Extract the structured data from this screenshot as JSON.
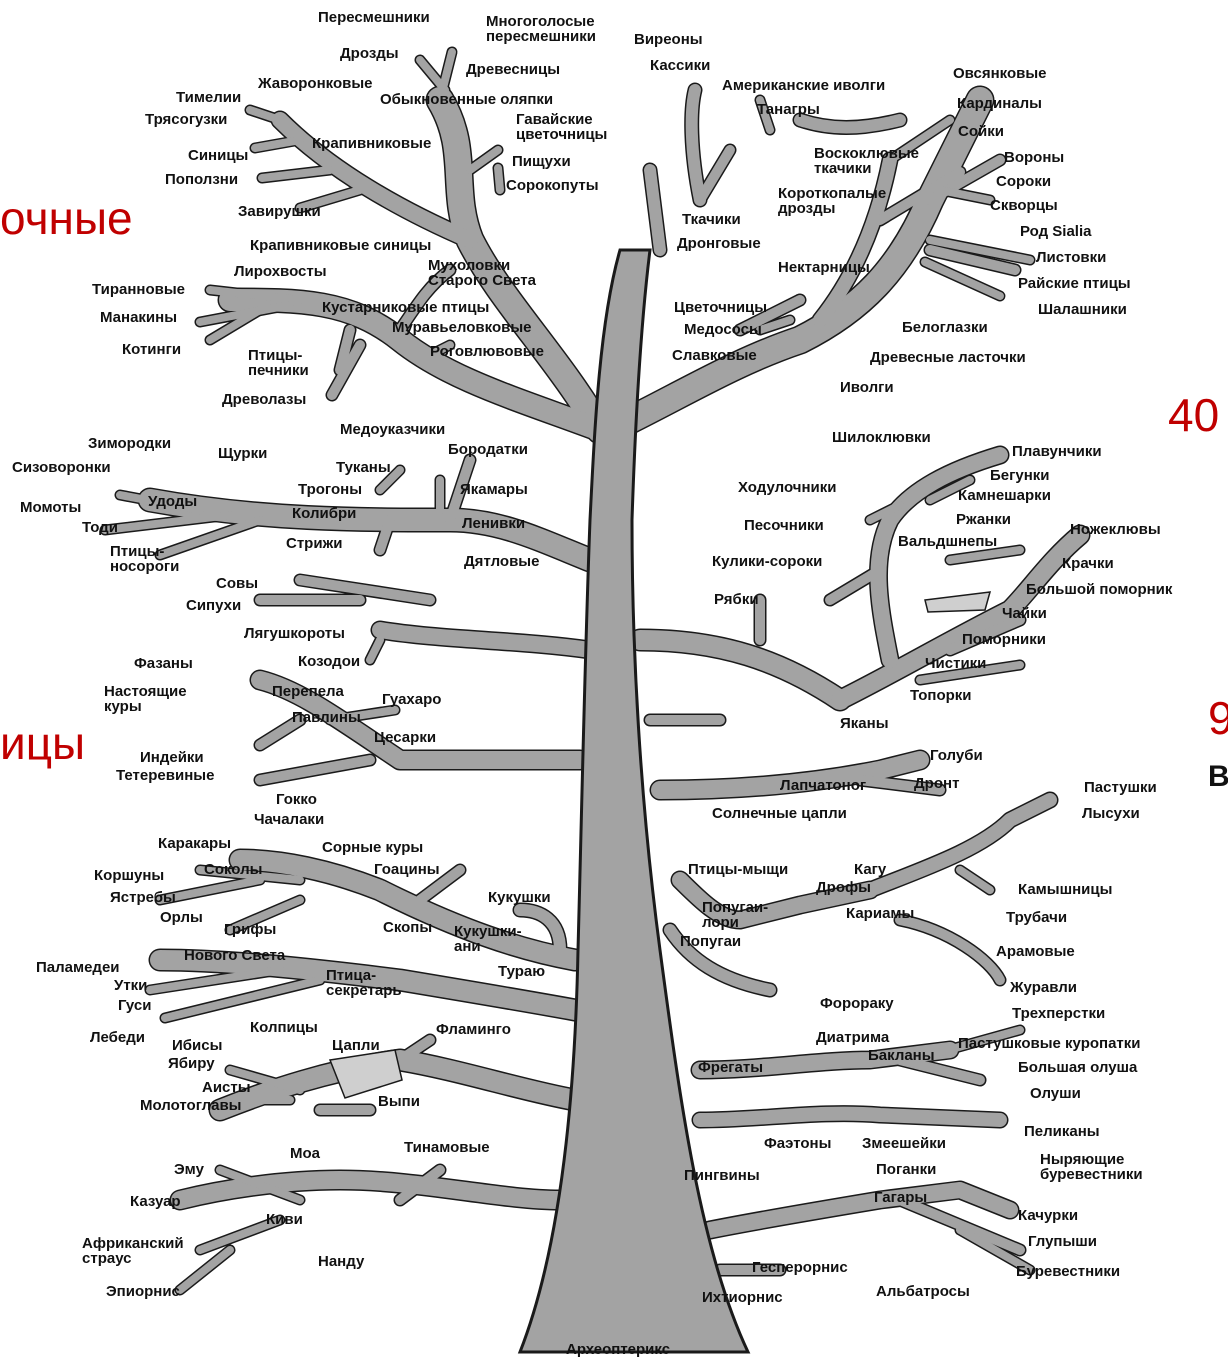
{
  "colors": {
    "trunk": "#a3a3a3",
    "outline": "#1a1a1a",
    "background": "#ffffff",
    "overlay_text": "#c00000"
  },
  "overlay": {
    "left_top": "очные",
    "left_mid": "ицы",
    "right_top": "40",
    "right_mid": "9",
    "right_letter": "В"
  },
  "labels": [
    "Пересмешники",
    "Многоголосые\nпересмешники",
    "Вирeоны",
    "Дрозды",
    "Древесницы",
    "Кассики",
    "Американские иволги",
    "Овсянковые",
    "Тимелии",
    "Жаворонковые",
    "Обыкновенные оляпки",
    "Танагры",
    "Кардиналы",
    "Трясогузки",
    "Гавайские\nцветочницы",
    "Сойки",
    "Крапивниковые",
    "Синицы",
    "Пищухи",
    "Воскоклювые\nткачики",
    "Вороны",
    "Поползни",
    "Сорокопуты",
    "Сороки",
    "Короткопалые\nдрозды",
    "Скворцы",
    "Завирушки",
    "Ткачики",
    "Род Sialia",
    "Крапивниковые синицы",
    "Дронговые",
    "Листовки",
    "Мухоловки\nСтарого Света",
    "Лирохвосты",
    "Нектарницы",
    "Райские птицы",
    "Тиранновые",
    "Шалашники",
    "Кустарниковые птицы",
    "Цветочницы",
    "Манакины",
    "Муравьеловковые",
    "Медососы",
    "Белоглазки",
    "Котинги",
    "Роговлювовые",
    "Славковые",
    "Птицы-\nпечники",
    "Древесные ласточки",
    "Иволги",
    "Древолазы",
    "Медоуказчики",
    "Шилоклювки",
    "Зимородки",
    "Щурки",
    "Бородатки",
    "Плавунчики",
    "Сизоворонки",
    "Туканы",
    "Бегунки",
    "Трогоны",
    "Якамары",
    "Ходулочники",
    "Камнешарки",
    "Удоды",
    "Момоты",
    "Колибри",
    "Ржанки",
    "Тоди",
    "Ленивки",
    "Песочники",
    "Ножеклювы",
    "Вальдшнепы",
    "Стрижи",
    "Птицы-\nносороги",
    "Дятловые",
    "Кулики-сороки",
    "Крачки",
    "Совы",
    "Большой поморник",
    "Рябки",
    "Сипухи",
    "Чайки",
    "Лягушкороты",
    "Поморники",
    "Козодои",
    "Фазаны",
    "Чистики",
    "Настоящие\nкуры",
    "Перепела",
    "Гуахаро",
    "Топорки",
    "Павлины",
    "Яканы",
    "Цесарки",
    "Индейки",
    "Голуби",
    "Тетеревиные",
    "Дронт",
    "Гокко",
    "Лапчатоног",
    "Пастушки",
    "Чачалаки",
    "Солнечные цапли",
    "Лысухи",
    "Каракары",
    "Сорные куры",
    "Птицы-мыщи",
    "Кагу",
    "Коршуны",
    "Соколы",
    "Гоацины",
    "Дрофы",
    "Камышницы",
    "Ястребы",
    "Кукушки",
    "Попугаи-\nлори",
    "Кариамы",
    "Трубачи",
    "Орлы",
    "Грифы",
    "Скопы",
    "Кукушки-\nани",
    "Попугаи",
    "Нового Света",
    "Арамовые",
    "Паламедеи",
    "Тураю",
    "Птица-\nсекретарь",
    "Журавли",
    "Утки",
    "Форораку",
    "Гуси",
    "Трехперстки",
    "Фламинго",
    "Колпицы",
    "Диатрима",
    "Лебеди",
    "Цапли",
    "Пастушковые куропатки",
    "Ибисы",
    "Бакланы",
    "Ябиру",
    "Фрегаты",
    "Большая олуша",
    "Аисты",
    "Олуши",
    "Молотоглавы",
    "Выпи",
    "Пеликаны",
    "Фаэтоны",
    "Змеешейки",
    "Моа",
    "Тинамовые",
    "Ныряющие\nбуревестники",
    "Эму",
    "Поганки",
    "Пингвины",
    "Гагары",
    "Казуар",
    "Киви",
    "Качурки",
    "Глупыши",
    "Африканский\nстраус",
    "Нанду",
    "Гесперорнис",
    "Буревестники",
    "Эпиорнис",
    "Ихтиорнис",
    "Альбатросы",
    "Археоптерикс"
  ]
}
